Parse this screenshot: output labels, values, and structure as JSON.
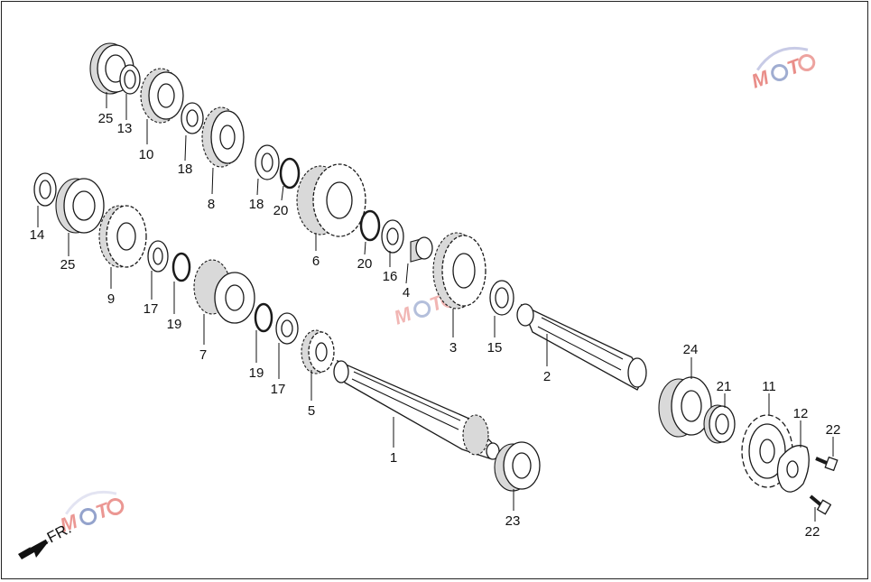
{
  "diagram": {
    "direction_label": "FR.",
    "watermark": {
      "text": "MOTO",
      "colors": {
        "red": "#d8322a",
        "blue": "#2c4a9a"
      }
    },
    "callouts": [
      "25",
      "13",
      "10",
      "18",
      "8",
      "18",
      "20",
      "6",
      "20",
      "16",
      "4",
      "3",
      "15",
      "2",
      "14",
      "25",
      "9",
      "17",
      "19",
      "7",
      "19",
      "17",
      "5",
      "1",
      "23",
      "24",
      "21",
      "11",
      "12",
      "22",
      "22"
    ]
  }
}
